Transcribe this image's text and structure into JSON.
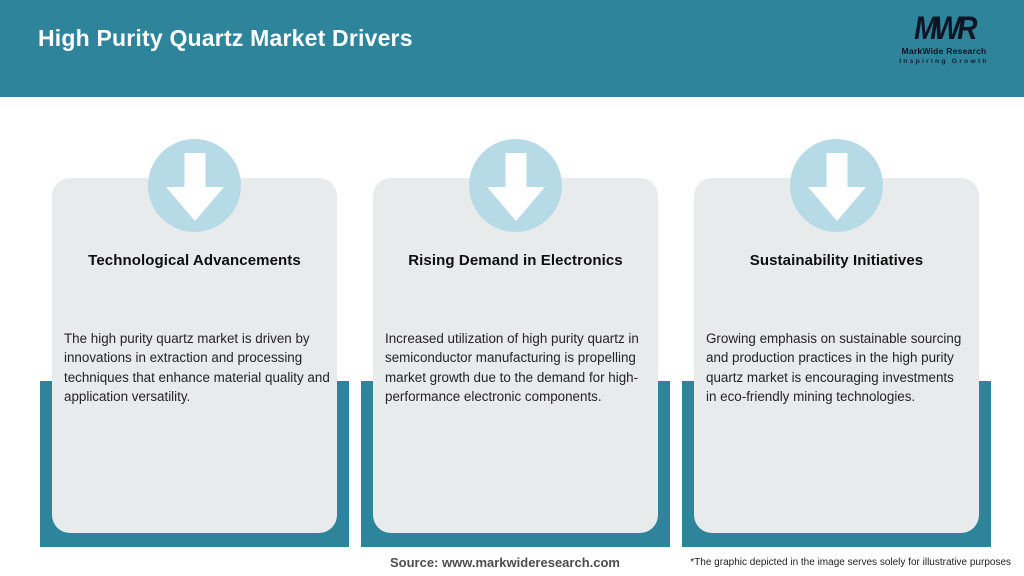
{
  "header": {
    "title": "High Purity Quartz Market Drivers",
    "logo": {
      "monogram": "MWR",
      "name": "MarkWide Research",
      "tagline": "Inspiring Growth"
    }
  },
  "cards": [
    {
      "icon": "down-arrow-icon",
      "title": "Technological Advancements",
      "description": "The high purity quartz market is driven by innovations in extraction and processing techniques that enhance material quality and application versatility."
    },
    {
      "icon": "down-arrow-icon",
      "title": "Rising Demand in Electronics",
      "description": "Increased utilization of high purity quartz in semiconductor manufacturing is propelling market growth due to the demand for high-performance electronic components."
    },
    {
      "icon": "down-arrow-icon",
      "title": "Sustainability Initiatives",
      "description": "Growing emphasis on sustainable sourcing and production practices in the high purity quartz market is encouraging investments in eco-friendly mining technologies."
    }
  ],
  "footer": {
    "source": "Source: www.markwideresearch.com",
    "disclaimer": "*The graphic depicted in the image serves solely for illustrative purposes"
  },
  "colors": {
    "accent_teal": "#2E849B",
    "card_bg": "#E8EBEB",
    "circle_blue": "#B7DAE7",
    "header_text": "#FFFFFF"
  }
}
